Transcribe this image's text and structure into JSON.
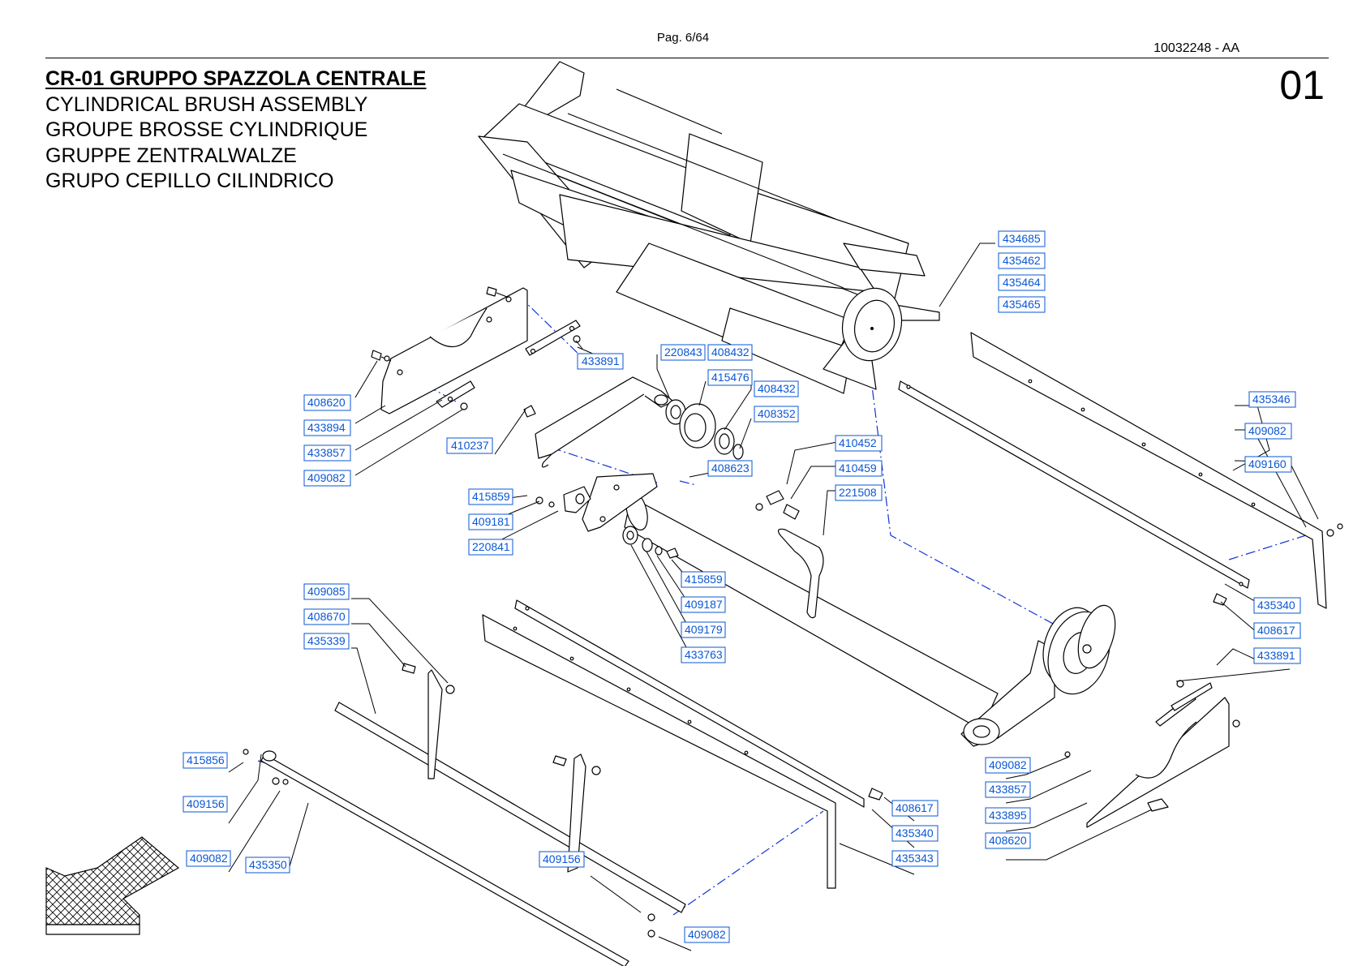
{
  "header": {
    "page": "Pag. 6/64",
    "doc_code": "10032248 - AA",
    "sheet_number": "01"
  },
  "title": {
    "main": "CR-01 GRUPPO SPAZZOLA CENTRALE",
    "en": "CYLINDRICAL BRUSH ASSEMBLY",
    "fr": "GROUPE BROSSE CYLINDRIQUE",
    "de": "GRUPPE ZENTRALWALZE",
    "es": "GRUPO CEPILLO CILINDRICO"
  },
  "part_labels": [
    "434685",
    "435462",
    "435464",
    "435465",
    "220843",
    "408432",
    "415476",
    "408432",
    "408352",
    "408623",
    "433891",
    "408620",
    "433894",
    "433857",
    "409082",
    "410237",
    "410452",
    "410459",
    "221508",
    "435346",
    "409082",
    "409160",
    "435340",
    "408617",
    "433891",
    "415859",
    "409181",
    "220841",
    "415859",
    "409187",
    "409179",
    "433763",
    "409085",
    "408670",
    "435339",
    "415856",
    "409156",
    "409082",
    "435350",
    "409156",
    "409082",
    "408617",
    "435340",
    "435343",
    "409082",
    "433857",
    "433895",
    "408620"
  ]
}
